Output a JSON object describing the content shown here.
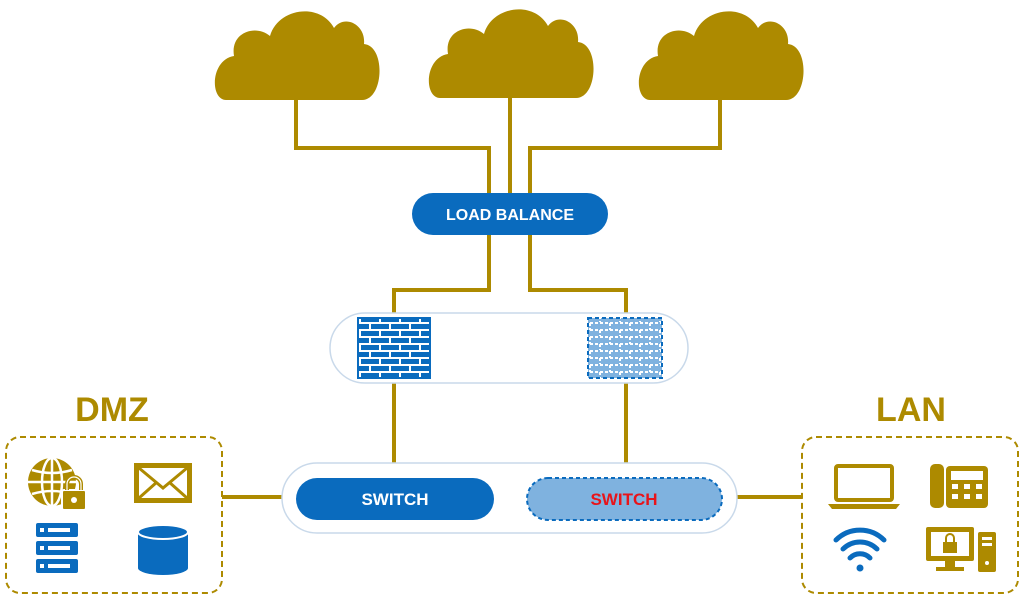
{
  "colors": {
    "gold": "#AD8A00",
    "blue": "#0A6BBE",
    "light_blue": "#7FB2DF",
    "red_text": "#E8141A",
    "white": "#FFFFFF",
    "panel_stroke": "#C9D9EA"
  },
  "load_balancer": {
    "label": "LOAD BALANCE"
  },
  "switches": {
    "primary": {
      "label": "SWITCH"
    },
    "standby": {
      "label": "SWITCH"
    }
  },
  "zones": {
    "dmz": {
      "title": "DMZ",
      "icons": [
        "globe-lock-icon",
        "mail-icon",
        "server-icon",
        "database-icon"
      ]
    },
    "lan": {
      "title": "LAN",
      "icons": [
        "laptop-icon",
        "phone-icon",
        "wifi-icon",
        "secure-desktop-icon"
      ]
    }
  },
  "clouds": [
    "cloud-icon",
    "cloud-icon",
    "cloud-icon"
  ],
  "firewalls": {
    "primary": {
      "icon": "firewall-icon",
      "state": "active"
    },
    "standby": {
      "icon": "firewall-icon",
      "state": "standby"
    }
  }
}
